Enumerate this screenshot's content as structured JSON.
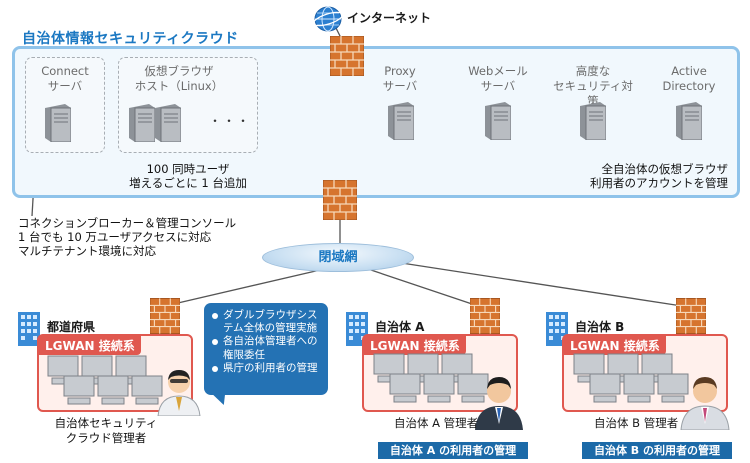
{
  "internet_label": "インターネット",
  "cloud_title": "自治体情報セキュリティクラウド",
  "servers": {
    "connect": [
      "Connect",
      "サーバ"
    ],
    "virtual_host": [
      "仮想ブラウザ",
      "ホスト（Linux）"
    ],
    "ellipsis": "・・・",
    "proxy": [
      "Proxy",
      "サーバ"
    ],
    "web_mail": [
      "Webメール",
      "サーバ"
    ],
    "security": [
      "高度な",
      "セキュリティ対策"
    ],
    "active_directory": [
      "Active",
      "Directory"
    ]
  },
  "notes": {
    "scale": [
      "100 同時ユーザ",
      "増えるごとに 1 台追加"
    ],
    "accounts": [
      "全自治体の仮想ブラウザ",
      "利用者のアカウントを管理"
    ],
    "broker": [
      "コネクションブローカー＆管理コンソール",
      "1 台でも 10 万ユーザアクセスに対応",
      "マルチテナント環境に対応"
    ]
  },
  "closed_network": "閉域網",
  "lgwan_label": "LGWAN 接続系",
  "sites": {
    "prefecture": {
      "name": "都道府県",
      "admin": [
        "自治体セキュリティ",
        "クラウド管理者"
      ]
    },
    "a": {
      "name": "自治体 A",
      "admin": "自治体 A 管理者",
      "users": "自治体 A の利用者の管理"
    },
    "b": {
      "name": "自治体 B",
      "admin": "自治体 B 管理者",
      "users": "自治体 B の利用者の管理"
    }
  },
  "callout_items": [
    "ダブルブラウザシステム全体の管理実施",
    "各自治体管理者への権限委任",
    "県庁の利用者の管理"
  ],
  "colors": {
    "cloud_border": "#8fc3ea",
    "title_blue": "#1b78c2",
    "lgwan_red": "#e0584f",
    "callout_blue": "#2472b4",
    "user_label_blue": "#1c6aa8"
  }
}
